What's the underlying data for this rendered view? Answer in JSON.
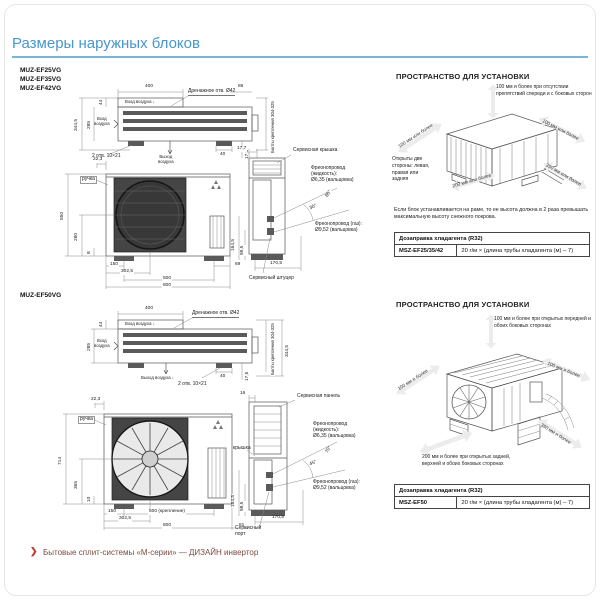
{
  "page": {
    "title": "Размеры наружных блоков",
    "footer_chevron": "❯",
    "footer_text": "Бытовые сплит-системы «М-серии» — ДИЗАЙН инвертор"
  },
  "models": {
    "m1": "MUZ-EF25VG",
    "m2": "MUZ-EF35VG",
    "m3": "MUZ-EF42VG",
    "m4": "MUZ-EF50VG"
  },
  "u1": {
    "top": {
      "w400": "400",
      "inlet_top": "Вход воздуха ↓",
      "drain": "Дренажное отв. Ø42",
      "d86": "86",
      "d44": "44",
      "d285": "285",
      "d3445": "344,5",
      "inlet_left_1": "Вход",
      "inlet_left_2": "воздуха",
      "holes": "2 отв. 10×21",
      "outlet_1": "Выход",
      "outlet_2": "воздуха",
      "d40": "40",
      "d175": "17,5",
      "bolts": "Болты крепления 304-325"
    },
    "front": {
      "d223": "22,3",
      "handle": "ручка",
      "d550": "550",
      "d280": "280",
      "d8": "8",
      "d150": "150",
      "d3025": "302,5",
      "d500": "500",
      "d800": "800",
      "d69": "69"
    },
    "side": {
      "d177": "17,7",
      "cover": "Сервисная крышка",
      "liquid1": "Фреонопровод",
      "liquid2": "(жидкость):",
      "liquid3": "Ø6,35 (вальцовка)",
      "a1": "30°",
      "a2": "65°",
      "gas1": "Фреонопровод (газ):",
      "gas2": "Ø9,52 (вальцовка)",
      "d1705": "170,5",
      "d1645": "164,5",
      "d995": "99,5",
      "port": "Сервисный штуцер"
    }
  },
  "u2": {
    "top": {
      "w400": "400",
      "inlet_top": "Вход воздуха ↓",
      "drain": "Дренажное отв. Ø42",
      "d44": "44",
      "d285": "285",
      "d3445": "344,5",
      "inlet_left_1": "Вход",
      "inlet_left_2": "воздуха",
      "holes": "2 отв. 10×21",
      "outlet": "Выход воздуха ↓",
      "d40": "40",
      "d175": "17,5",
      "bolts": "Болты крепления 304-325"
    },
    "front": {
      "d223": "22,3",
      "handle": "ручка",
      "d714": "714",
      "d365": "365",
      "d10": "10",
      "d150": "150",
      "d3025": "302,5",
      "d500": "500 (крепление)",
      "d800": "800",
      "d81": "81"
    },
    "side": {
      "d16": "16",
      "panel": "Сервисная панель",
      "cap": "крышка",
      "liquid1": "Фреонопровод",
      "liquid2": "(жидкость):",
      "liquid3": "Ø6,35 (вальцовка)",
      "a1": "45°",
      "a2": "70°",
      "gas1": "Фреонопровод (газ):",
      "gas2": "Ø9,52 (вальцовка)",
      "d1705": "170,5",
      "d1645": "164,5",
      "d985": "98,5",
      "port1": "Сервисный",
      "port2": "порт"
    }
  },
  "space1": {
    "heading": "ПРОСТРАНСТВО ДЛЯ УСТАНОВКИ",
    "top_note": "100 мм и более при отсутствии препятствий спереди и с боковых сторон",
    "left_arrow": "100 мм или более",
    "right_arrow": "100 мм или более",
    "open_note": "Открыты две стороны: левая, правая или задняя",
    "front_arrow": "200 мм или более",
    "pipe_arrow": "350 мм или более",
    "frame_note": "Если блок устанавливается на раме, то ее высота должна в 2 раза превышать максимальную высоту снежного покрова."
  },
  "space2": {
    "heading": "ПРОСТРАНСТВО ДЛЯ УСТАНОВКИ",
    "top_note": "100 мм и более при открытых передней и обоих боковых сторонах",
    "left_arrow": "100 мм и более",
    "right_arrow": "100 мм и более",
    "back_note": "200 мм и более при открытых задней, верхней и обоих боковых сторонах",
    "pipe_arrow": "350 мм и более"
  },
  "table1": {
    "header": "Дозаправка хладагента (R32)",
    "model": "MSZ-EF25/35/42",
    "value": "20 г/м × (длина трубы хладагента (м) – 7)"
  },
  "table2": {
    "header": "Дозаправка хладагента (R32)",
    "model": "MSZ-EF50",
    "value": "20 г/м × (длина трубы хладагента (м) – 7)"
  }
}
